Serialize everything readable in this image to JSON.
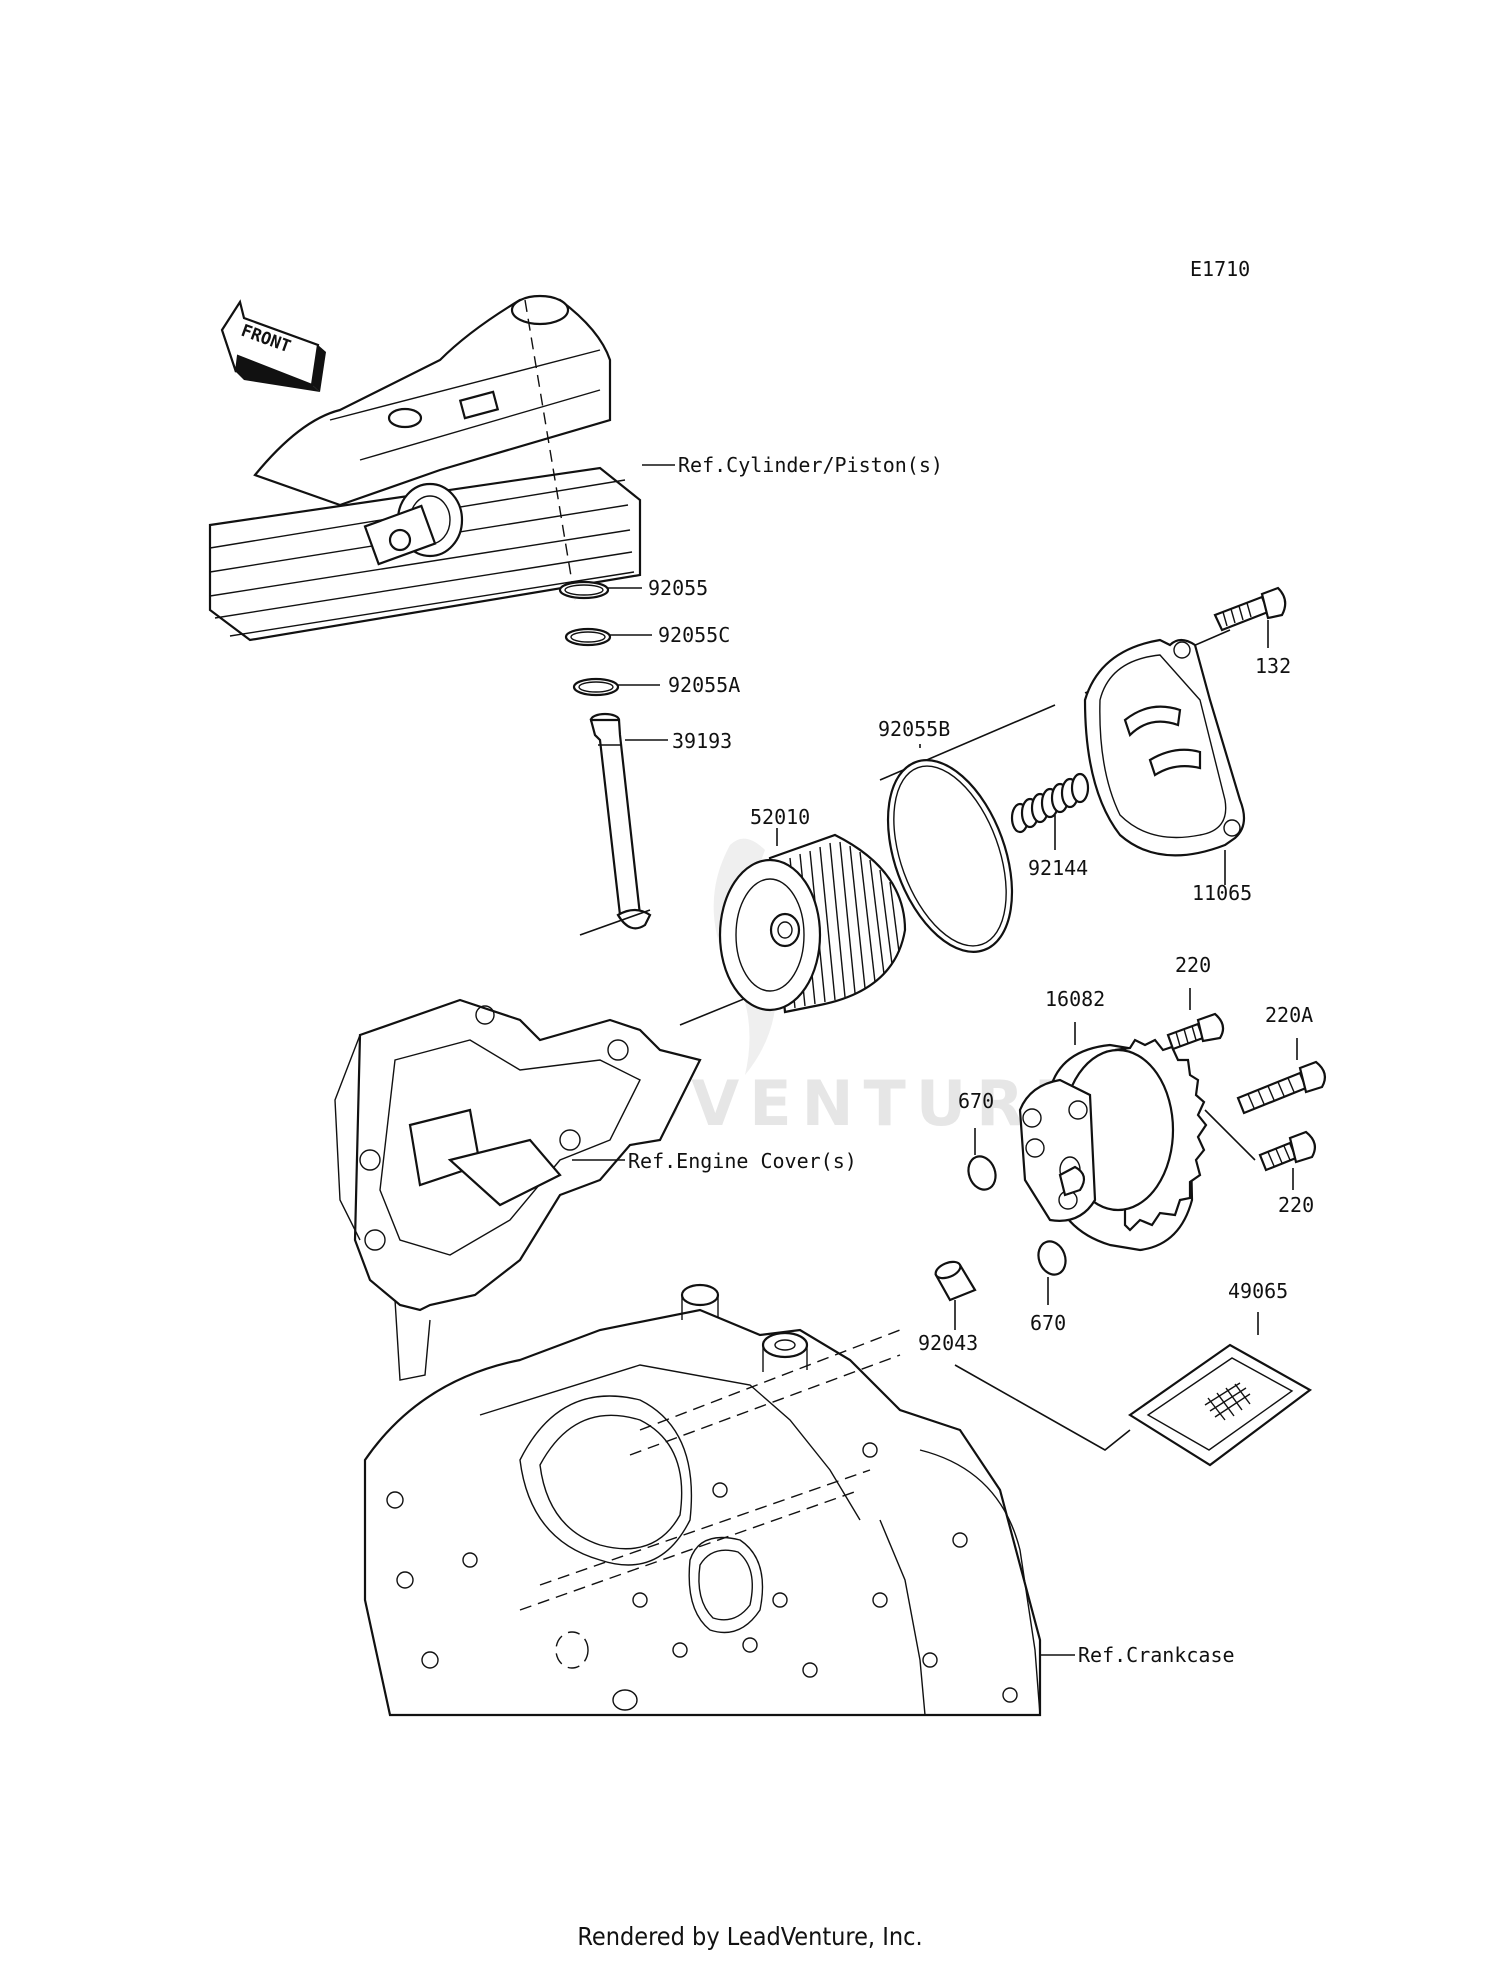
{
  "diagram_code": "E1710",
  "front_label": "FRONT",
  "watermark": "LEADVENTURE",
  "callouts": {
    "ref_cylinder": "Ref.Cylinder/Piston(s)",
    "ref_engine_cover": "Ref.Engine Cover(s)",
    "ref_crankcase": "Ref.Crankcase",
    "p92055": "92055",
    "p92055C": "92055C",
    "p92055A": "92055A",
    "p39193": "39193",
    "p92055B": "92055B",
    "p52010": "52010",
    "p92144": "92144",
    "p11065": "11065",
    "p132": "132",
    "p220_top": "220",
    "p16082": "16082",
    "p220A": "220A",
    "p670_left": "670",
    "p670_right": "670",
    "p220_bottom": "220",
    "p92043": "92043",
    "p49065": "49065"
  },
  "footer": "Rendered by LeadVenture, Inc."
}
